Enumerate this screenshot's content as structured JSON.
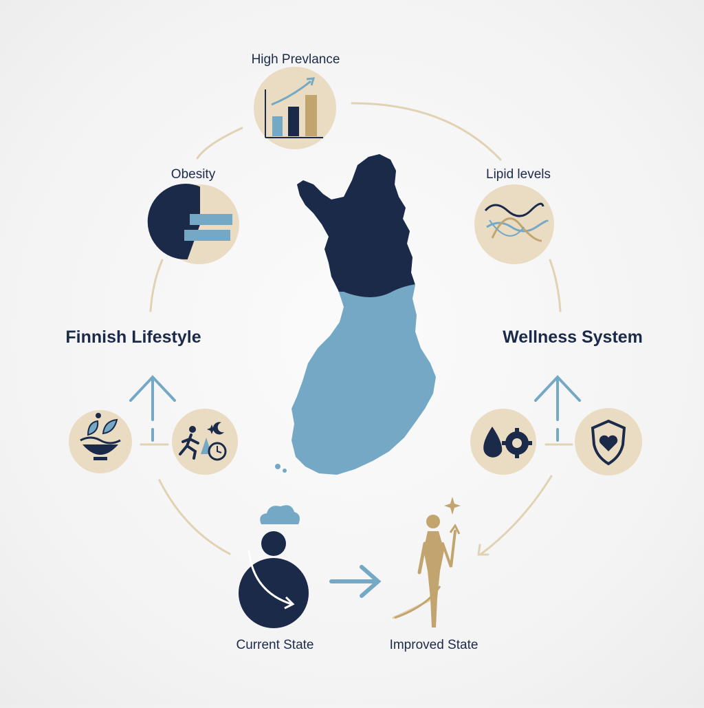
{
  "labels": {
    "high_prevalence": "High Prevlance",
    "obesity": "Obesity",
    "lipid_levels": "Lipid levels",
    "finnish_lifestyle": "Finnish Lifestyle",
    "wellness_system": "Wellness System",
    "current_state": "Current State",
    "improved_state": "Improved State"
  },
  "colors": {
    "navy": "#1c2a4a",
    "light_blue": "#74a8c5",
    "beige": "#e9dcc2",
    "gold": "#c2a56e",
    "connector": "#e0d2b3"
  },
  "icons": [
    "bar-chart-icon",
    "pie-chart-icon",
    "wave-lines-icon",
    "salad-bowl-icon",
    "runner-clock-icon",
    "droplet-gear-icon",
    "heart-shield-icon",
    "cloud-icon",
    "person-icon",
    "woman-figure-icon",
    "sparkle-icon"
  ]
}
